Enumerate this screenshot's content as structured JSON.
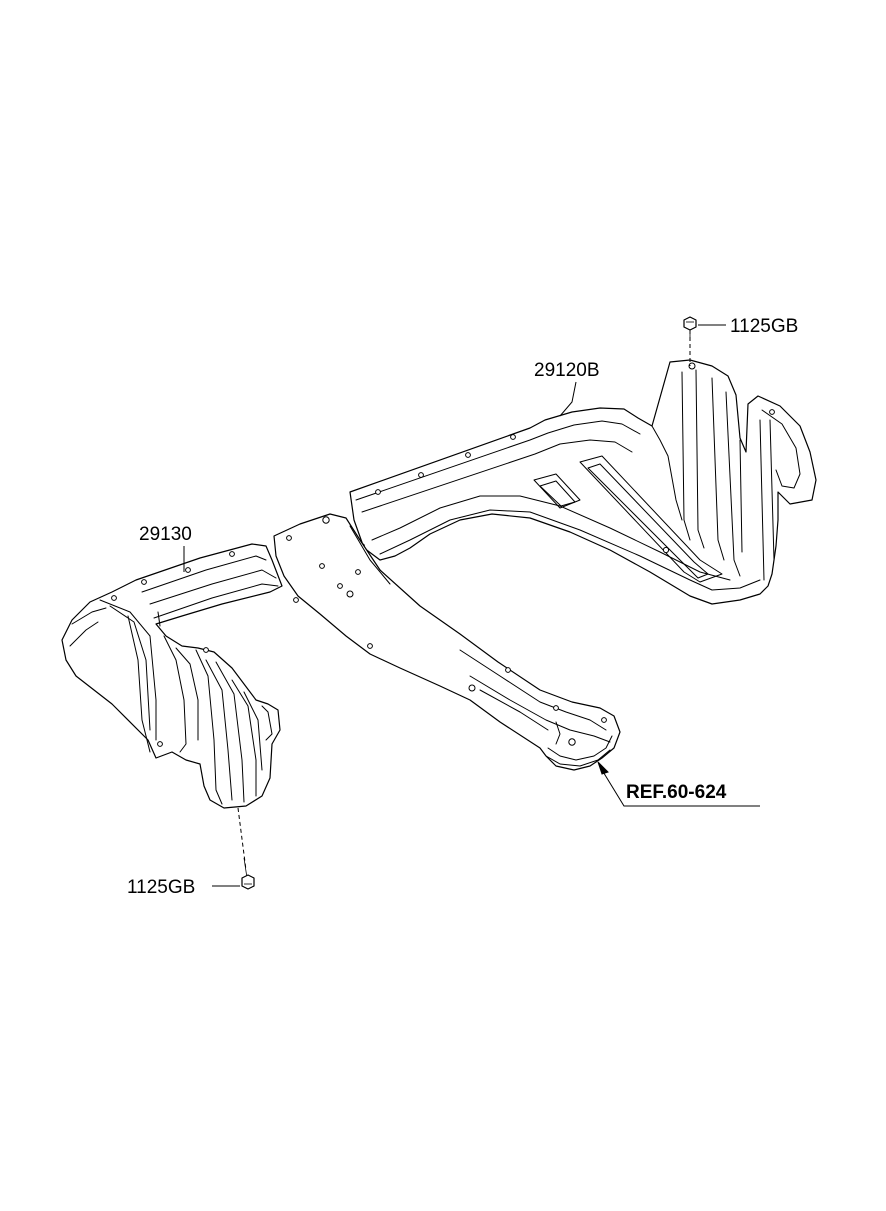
{
  "labels": {
    "bolt_top": "1125GB",
    "under_cover_right": "29120B",
    "under_cover_left": "29130",
    "reference": "REF.60-624",
    "bolt_bottom": "1125GB"
  }
}
